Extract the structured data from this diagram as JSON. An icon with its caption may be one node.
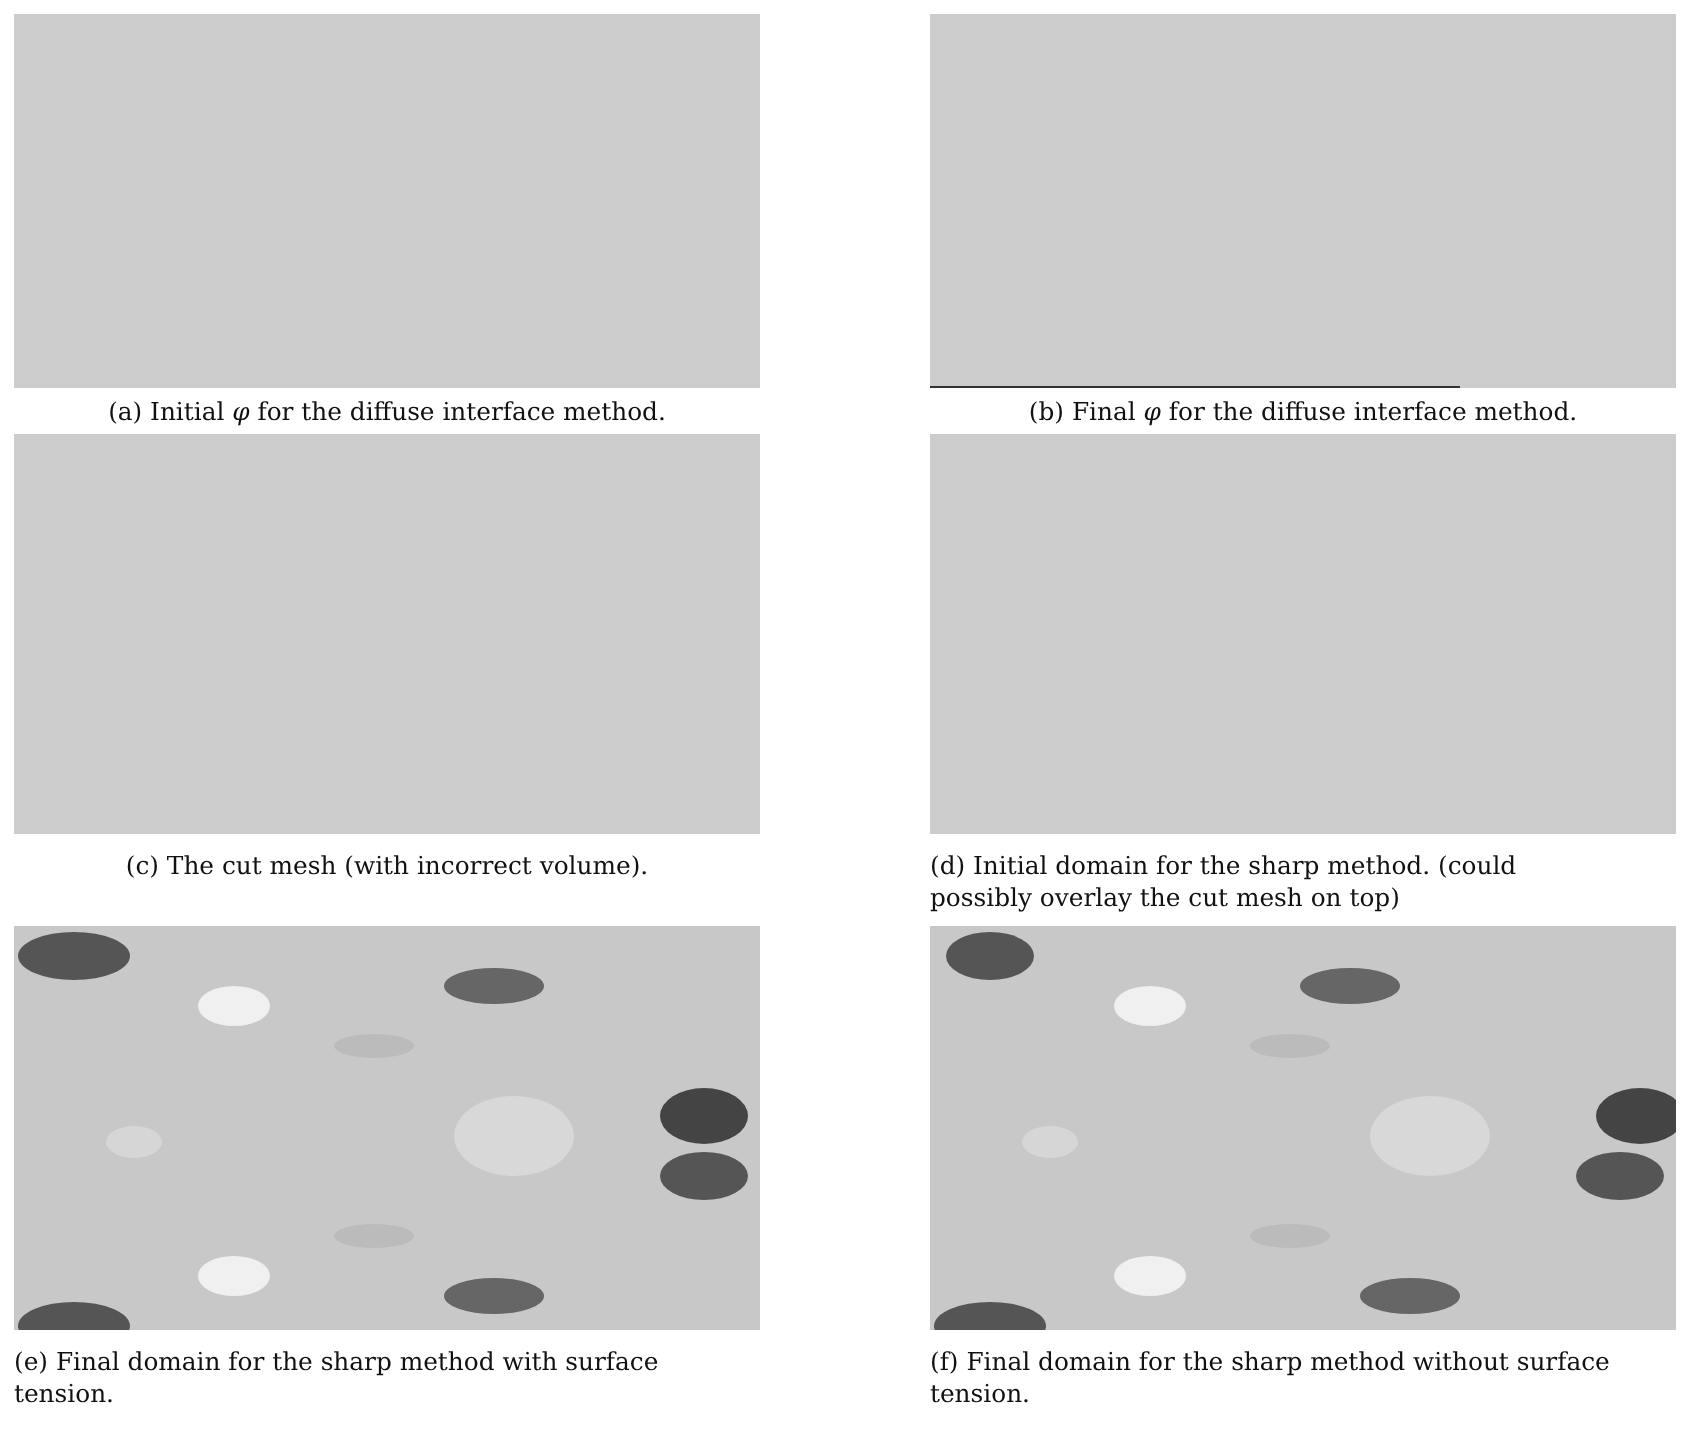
{
  "diagram": {
    "labels": [
      "(a) Initial *φ* for the diffuse interface method.",
      "(b) Final *φ* for the diffuse interface method.",
      "(c) The cut mesh (with incorrect volume).",
      "(d) Initial domain for the sharp method. (could possibly overlay the cut mesh on top)",
      "(e) Final domain for the sharp method with surface tension.",
      "(f) Final domain for the sharp method without surface tension."
    ]
  }
}
